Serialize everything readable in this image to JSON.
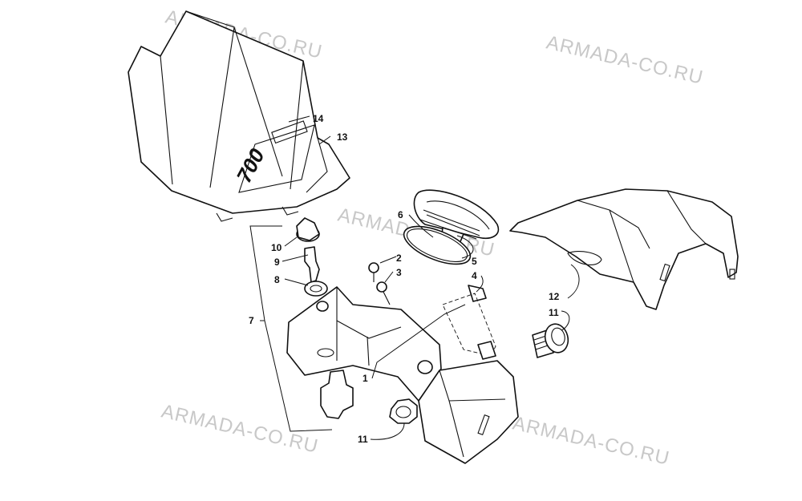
{
  "watermark": "ARMADA-CO.RU",
  "logo": "700",
  "callouts": {
    "c1": "1",
    "c2": "2",
    "c3": "3",
    "c4": "4",
    "c5": "5",
    "c6": "6",
    "c7": "7",
    "c8": "8",
    "c9": "9",
    "c10": "10",
    "c11a": "11",
    "c11b": "11",
    "c12": "12",
    "c13": "13",
    "c14": "14"
  },
  "colors": {
    "line": "#111111",
    "watermark": "#c8c8c8",
    "background": "#ffffff"
  }
}
